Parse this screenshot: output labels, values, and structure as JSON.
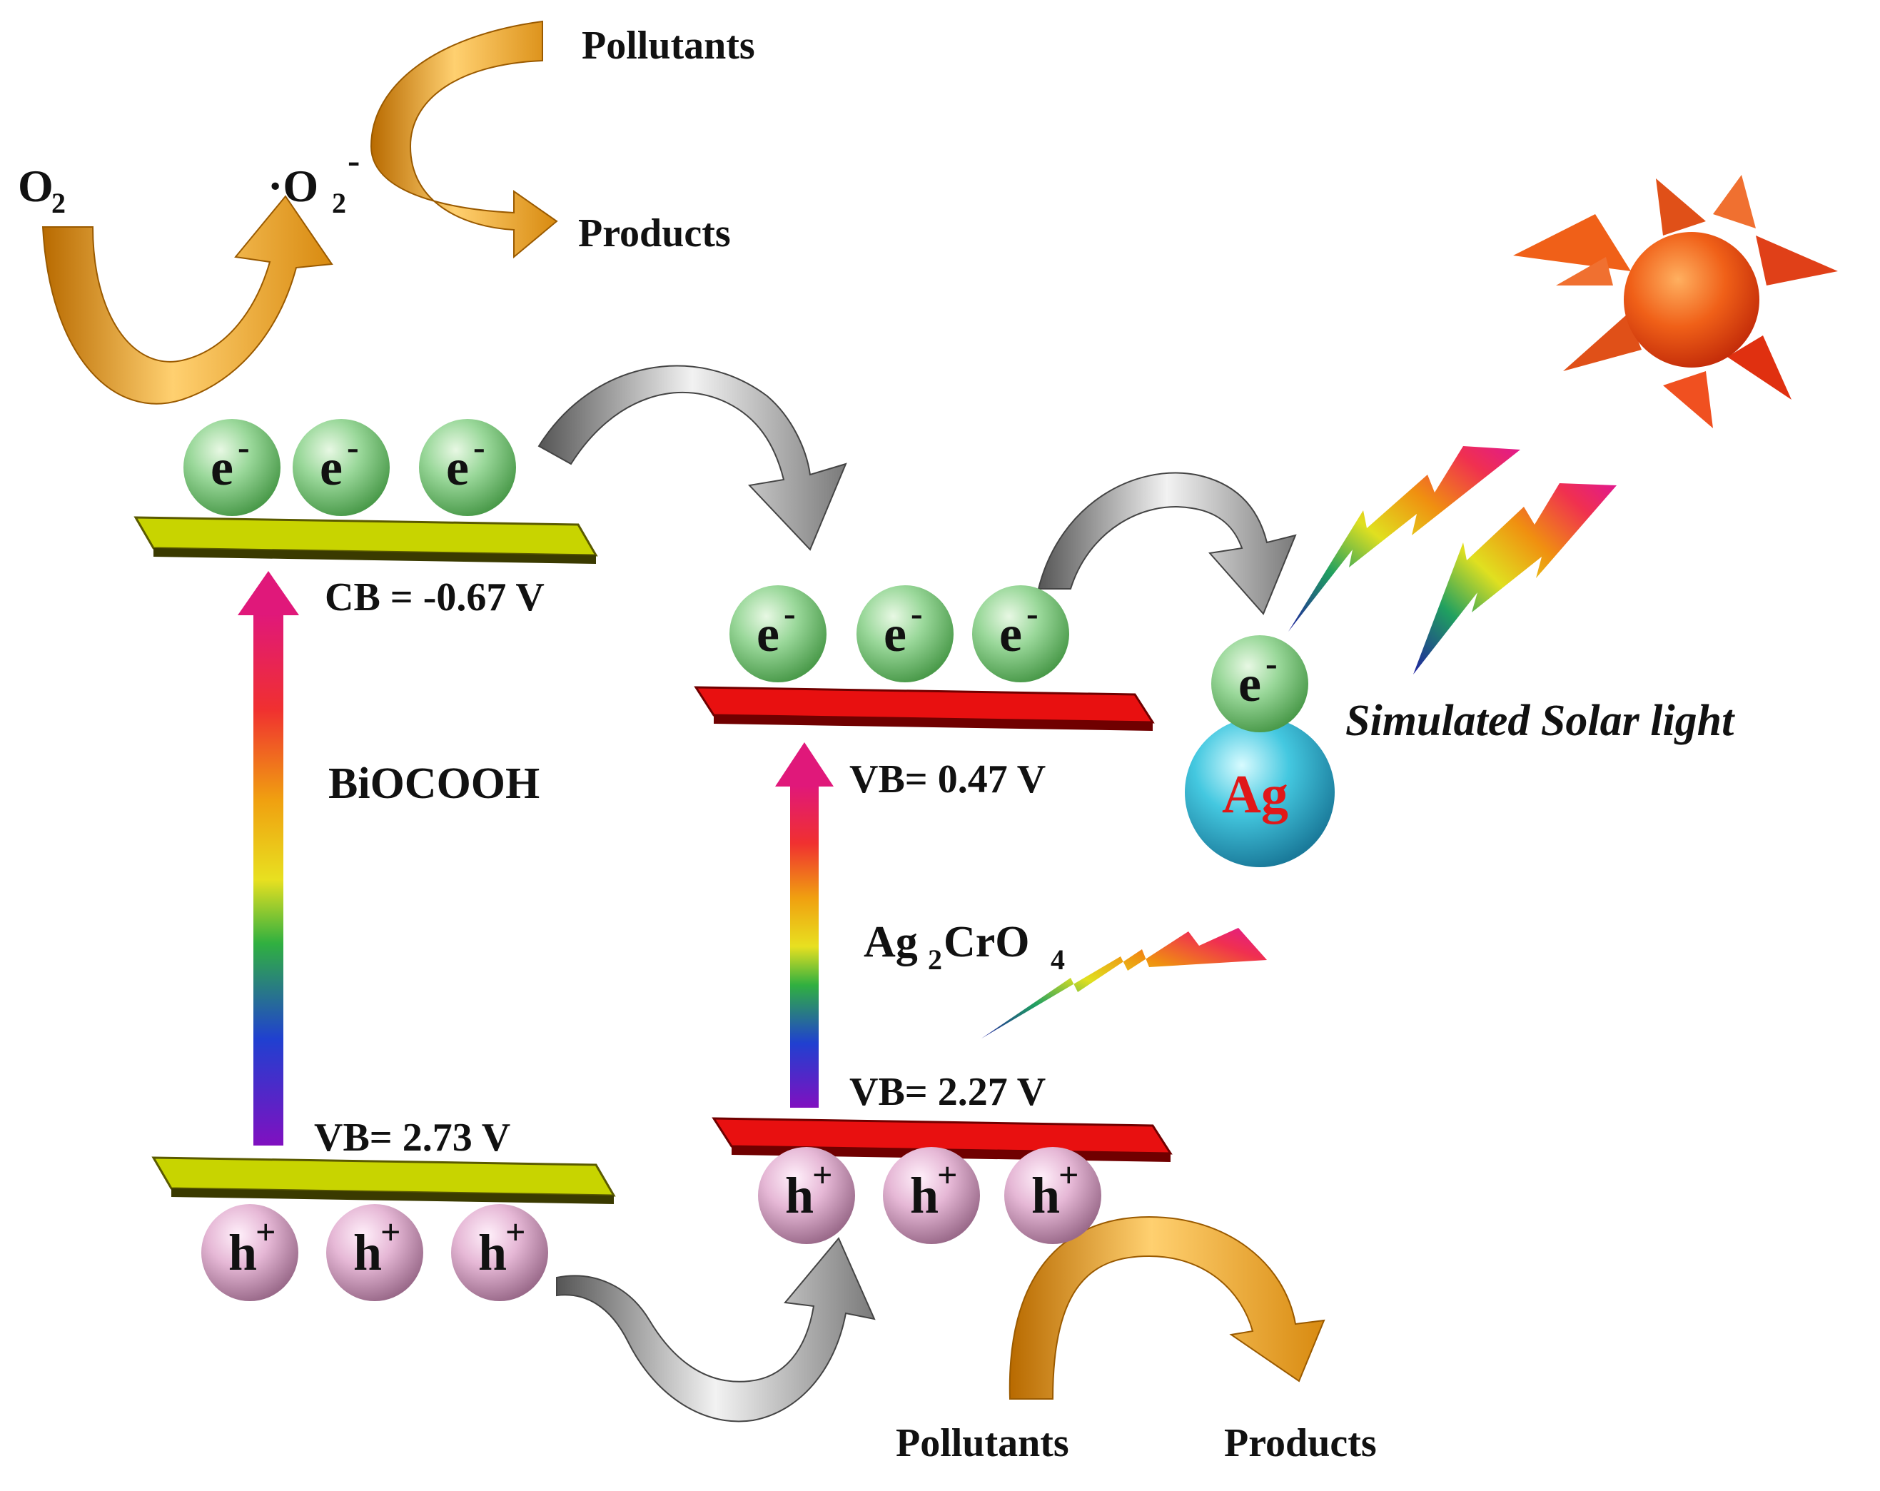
{
  "labels": {
    "pollutants_top": "Pollutants",
    "products_top": "Products",
    "o2": "O",
    "o2_sub": "2",
    "superoxide_dot": "·O",
    "superoxide_sub": "2",
    "superoxide_sup": "-",
    "cb_biocooh": "CB = -0.67 V",
    "biocooh": "BiOCOOH",
    "vb_biocooh": "VB= 2.73 V",
    "cb_ag2cro4": "VB= 0.47 V",
    "vb_ag2cro4": "VB= 2.27 V",
    "ag2cro4_a": "Ag",
    "ag2cro4_sub1": "2",
    "ag2cro4_b": "CrO",
    "ag2cro4_sub2": "4",
    "ag": "Ag",
    "solar": "Simulated Solar light",
    "pollutants_bottom": "Pollutants",
    "products_bottom": "Products"
  },
  "particles": {
    "electron": "e",
    "electron_sup": "-",
    "hole": "h",
    "hole_sup": "+"
  },
  "colors": {
    "biocooh_band": "#c8d400",
    "ag2cro4_band": "#e01010",
    "electron": "#8fd08f",
    "hole": "#e8b8d8",
    "ag_sphere": "#40c8e0",
    "orange_arrow": "#f0a020",
    "grey_arrow": "#9a9a9a",
    "sun": "#f05010"
  }
}
